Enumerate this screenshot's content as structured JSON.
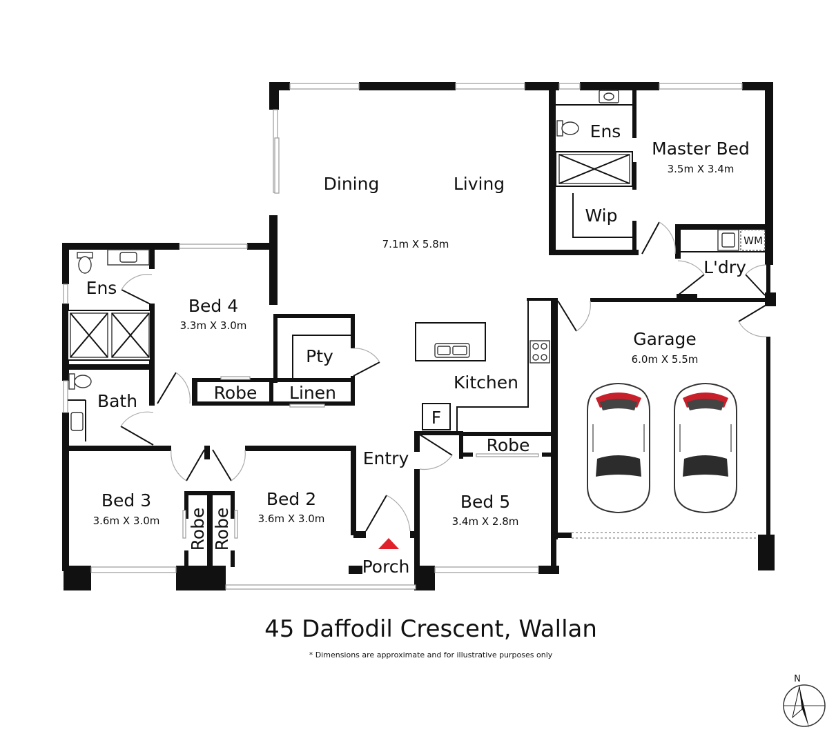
{
  "rooms": {
    "dining": "Dining",
    "living": "Living",
    "living_dim": "7.1m X 5.8m",
    "master": "Master Bed",
    "master_dim": "3.5m X 3.4m",
    "ens_master": "Ens",
    "wip": "Wip",
    "laundry": "L'dry",
    "wm": "WM",
    "garage": "Garage",
    "garage_dim": "6.0m X 5.5m",
    "kitchen": "Kitchen",
    "fridge": "F",
    "pantry": "Pty",
    "linen": "Linen",
    "robe_bed4": "Robe",
    "bed4": "Bed 4",
    "bed4_dim": "3.3m X 3.0m",
    "ens_bed4": "Ens",
    "bath": "Bath",
    "bed3": "Bed 3",
    "bed3_dim": "3.6m X 3.0m",
    "robe_bed3": "Robe",
    "robe_bed2": "Robe",
    "bed2": "Bed 2",
    "bed2_dim": "3.6m X 3.0m",
    "entry": "Entry",
    "porch": "Porch",
    "bed5": "Bed 5",
    "bed5_dim": "3.4m X 2.8m",
    "robe_bed5": "Robe"
  },
  "address": "45 Daffodil Crescent, Wallan",
  "disclaimer": "* Dimensions are approximate and for illustrative purposes only",
  "compass": {
    "label": "N",
    "icon": "north-arrow-icon"
  },
  "colors": {
    "walls": "#111111",
    "entry_marker": "#e0202a",
    "car_accent": "#c8202a"
  }
}
